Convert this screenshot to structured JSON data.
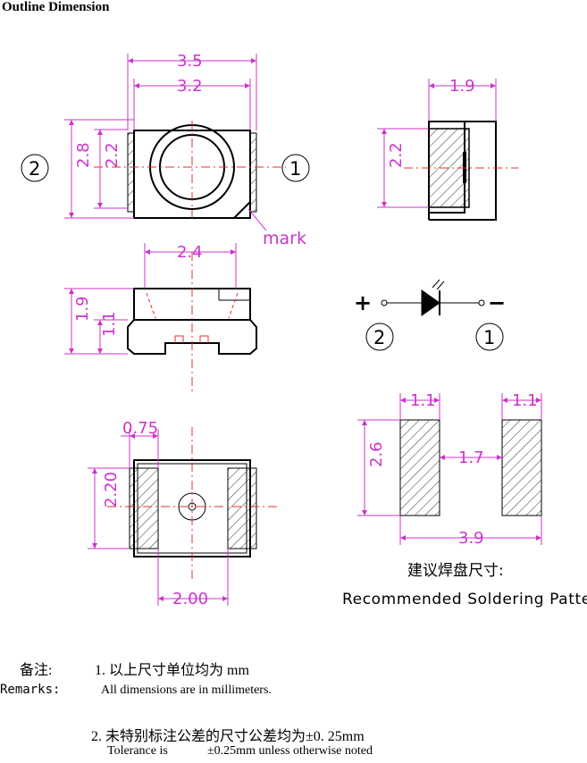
{
  "heading": "Outline Dimension",
  "labels": {
    "dim_3_5": "3.5",
    "dim_3_2": "3.2",
    "dim_2_8": "2.8",
    "dim_2_2_front": "2.2",
    "dim_1_9_side": "1.9",
    "dim_2_2_side": "2.2",
    "dim_2_4": "2.4",
    "dim_1_9_height": "1.9",
    "dim_1_1_height": "1.1",
    "dim_0_75": "0.75",
    "dim_2_20": "2.20",
    "dim_2_00": "2.00",
    "pad_1_1_left": "1.1",
    "pad_1_1_right": "1.1",
    "pad_2_6": "2.6",
    "pad_1_7": "1.7",
    "pad_3_9": "3.9",
    "pin_2": "2",
    "pin_1": "1",
    "mark": "mark",
    "sym_plus": "+",
    "sym_minus": "−",
    "sym_pin_2": "2",
    "sym_pin_1": "1",
    "pattern_cn": "建议焊盘尺寸:",
    "pattern_en": "Recommended Soldering Pattern"
  },
  "notes": {
    "label_cn": "备注:",
    "line1_cn": "1. 以上尺寸单位均为 mm",
    "label_en": "Remarks:",
    "line1_en": "All dimensions are in millimeters.",
    "line2_cn": "2. 未特别标注公差的尺寸公差均为±0. 25mm",
    "line2_en_a": "Tolerance is",
    "line2_en_b": "±0.25mm unless otherwise noted"
  },
  "colors": {
    "dimension": "#cc33cc",
    "centerline": "#e0302a",
    "outline": "#000000"
  }
}
